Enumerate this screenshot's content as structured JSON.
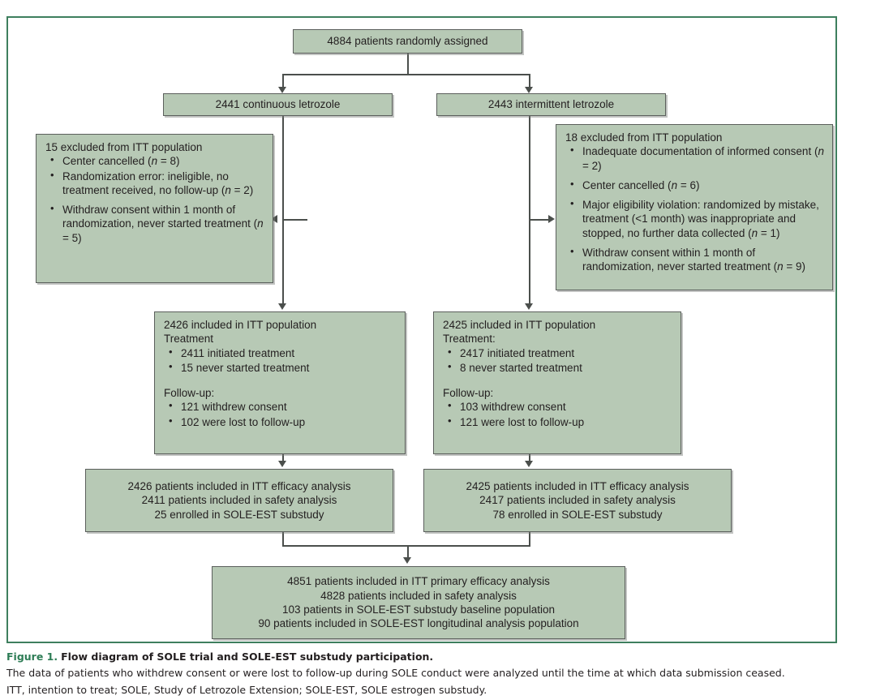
{
  "figure": {
    "caption_number": "Figure 1.",
    "caption_title": "Flow diagram of SOLE trial and SOLE-EST substudy participation.",
    "caption_body_1": "The data of patients who withdrew consent or were lost to follow-up during SOLE conduct were analyzed until the time at which data submission ceased.",
    "caption_body_2": "ITT, intention to treat; SOLE, Study of Letrozole Extension; SOLE-EST, SOLE estrogen substudy.",
    "frame_color": "#3e7f5e",
    "box_fill": "#b7c9b5",
    "box_border": "#5b5f5c",
    "connector_color": "#4b4f4c",
    "fignum_color": "#2e7d56"
  },
  "nodes": {
    "randomized": {
      "text": "4884 patients randomly assigned"
    },
    "continuous": {
      "text": "2441 continuous letrozole"
    },
    "intermittent": {
      "text": "2443 intermittent letrozole"
    },
    "excluded_left": {
      "header": "15 excluded from ITT population",
      "bullets": [
        "Center cancelled (n = 8)",
        "Randomization error: ineligible, no treatment received, no follow-up (n = 2)",
        "Withdraw consent within 1 month of randomization, never started treatment (n = 5)"
      ]
    },
    "excluded_right": {
      "header": "18 excluded from ITT population",
      "bullets": [
        "Inadequate documentation of informed consent (n = 2)",
        "Center cancelled (n = 6)",
        "Major eligibility violation: randomized by mistake, treatment (<1 month) was inappropriate and stopped, no further data collected (n = 1)",
        "Withdraw consent within 1 month of randomization, never started treatment (n = 9)"
      ]
    },
    "itt_left": {
      "header": "2426 included in ITT population",
      "subheader_treatment": "Treatment",
      "treatment_bullets": [
        "2411 initiated treatment",
        "15 never started treatment"
      ],
      "subheader_followup": "Follow-up:",
      "followup_bullets": [
        "121 withdrew consent",
        "102 were lost to follow-up"
      ]
    },
    "itt_right": {
      "header": "2425 included in ITT population",
      "subheader_treatment": "Treatment:",
      "treatment_bullets": [
        "2417 initiated treatment",
        "8 never started treatment"
      ],
      "subheader_followup": "Follow-up:",
      "followup_bullets": [
        "103 withdrew consent",
        "121 were lost to follow-up"
      ]
    },
    "analysis_left": {
      "lines": [
        "2426 patients included in ITT efficacy analysis",
        "2411 patients included in safety analysis",
        "25 enrolled in SOLE-EST substudy"
      ]
    },
    "analysis_right": {
      "lines": [
        "2425 patients included in ITT efficacy analysis",
        "2417 patients included in safety analysis",
        "78 enrolled in SOLE-EST substudy"
      ]
    },
    "final": {
      "lines": [
        "4851 patients included in ITT primary efficacy analysis",
        "4828 patients included in safety analysis",
        "103 patients in SOLE-EST substudy baseline population",
        "90 patients included in SOLE-EST longitudinal analysis population"
      ]
    }
  }
}
